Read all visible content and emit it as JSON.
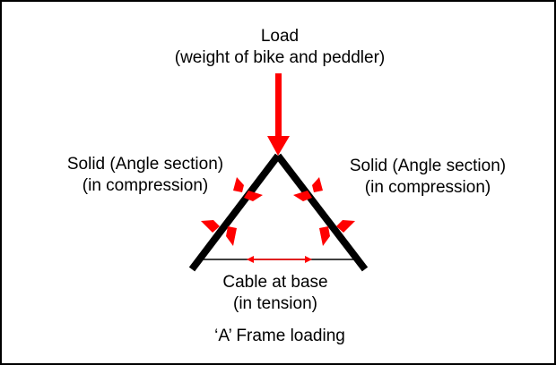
{
  "load": {
    "title": "Load",
    "subtitle": "(weight of bike and peddler)"
  },
  "left_member": {
    "line1": "Solid (Angle section)",
    "line2": "(in compression)"
  },
  "right_member": {
    "line1": "Solid (Angle section)",
    "line2": "(in compression)"
  },
  "cable": {
    "line1": "Cable at base",
    "line2": "(in tension)"
  },
  "caption": "‘A’ Frame loading",
  "colors": {
    "accent": "#ff0000",
    "frame": "#000000",
    "background": "#ffffff"
  }
}
